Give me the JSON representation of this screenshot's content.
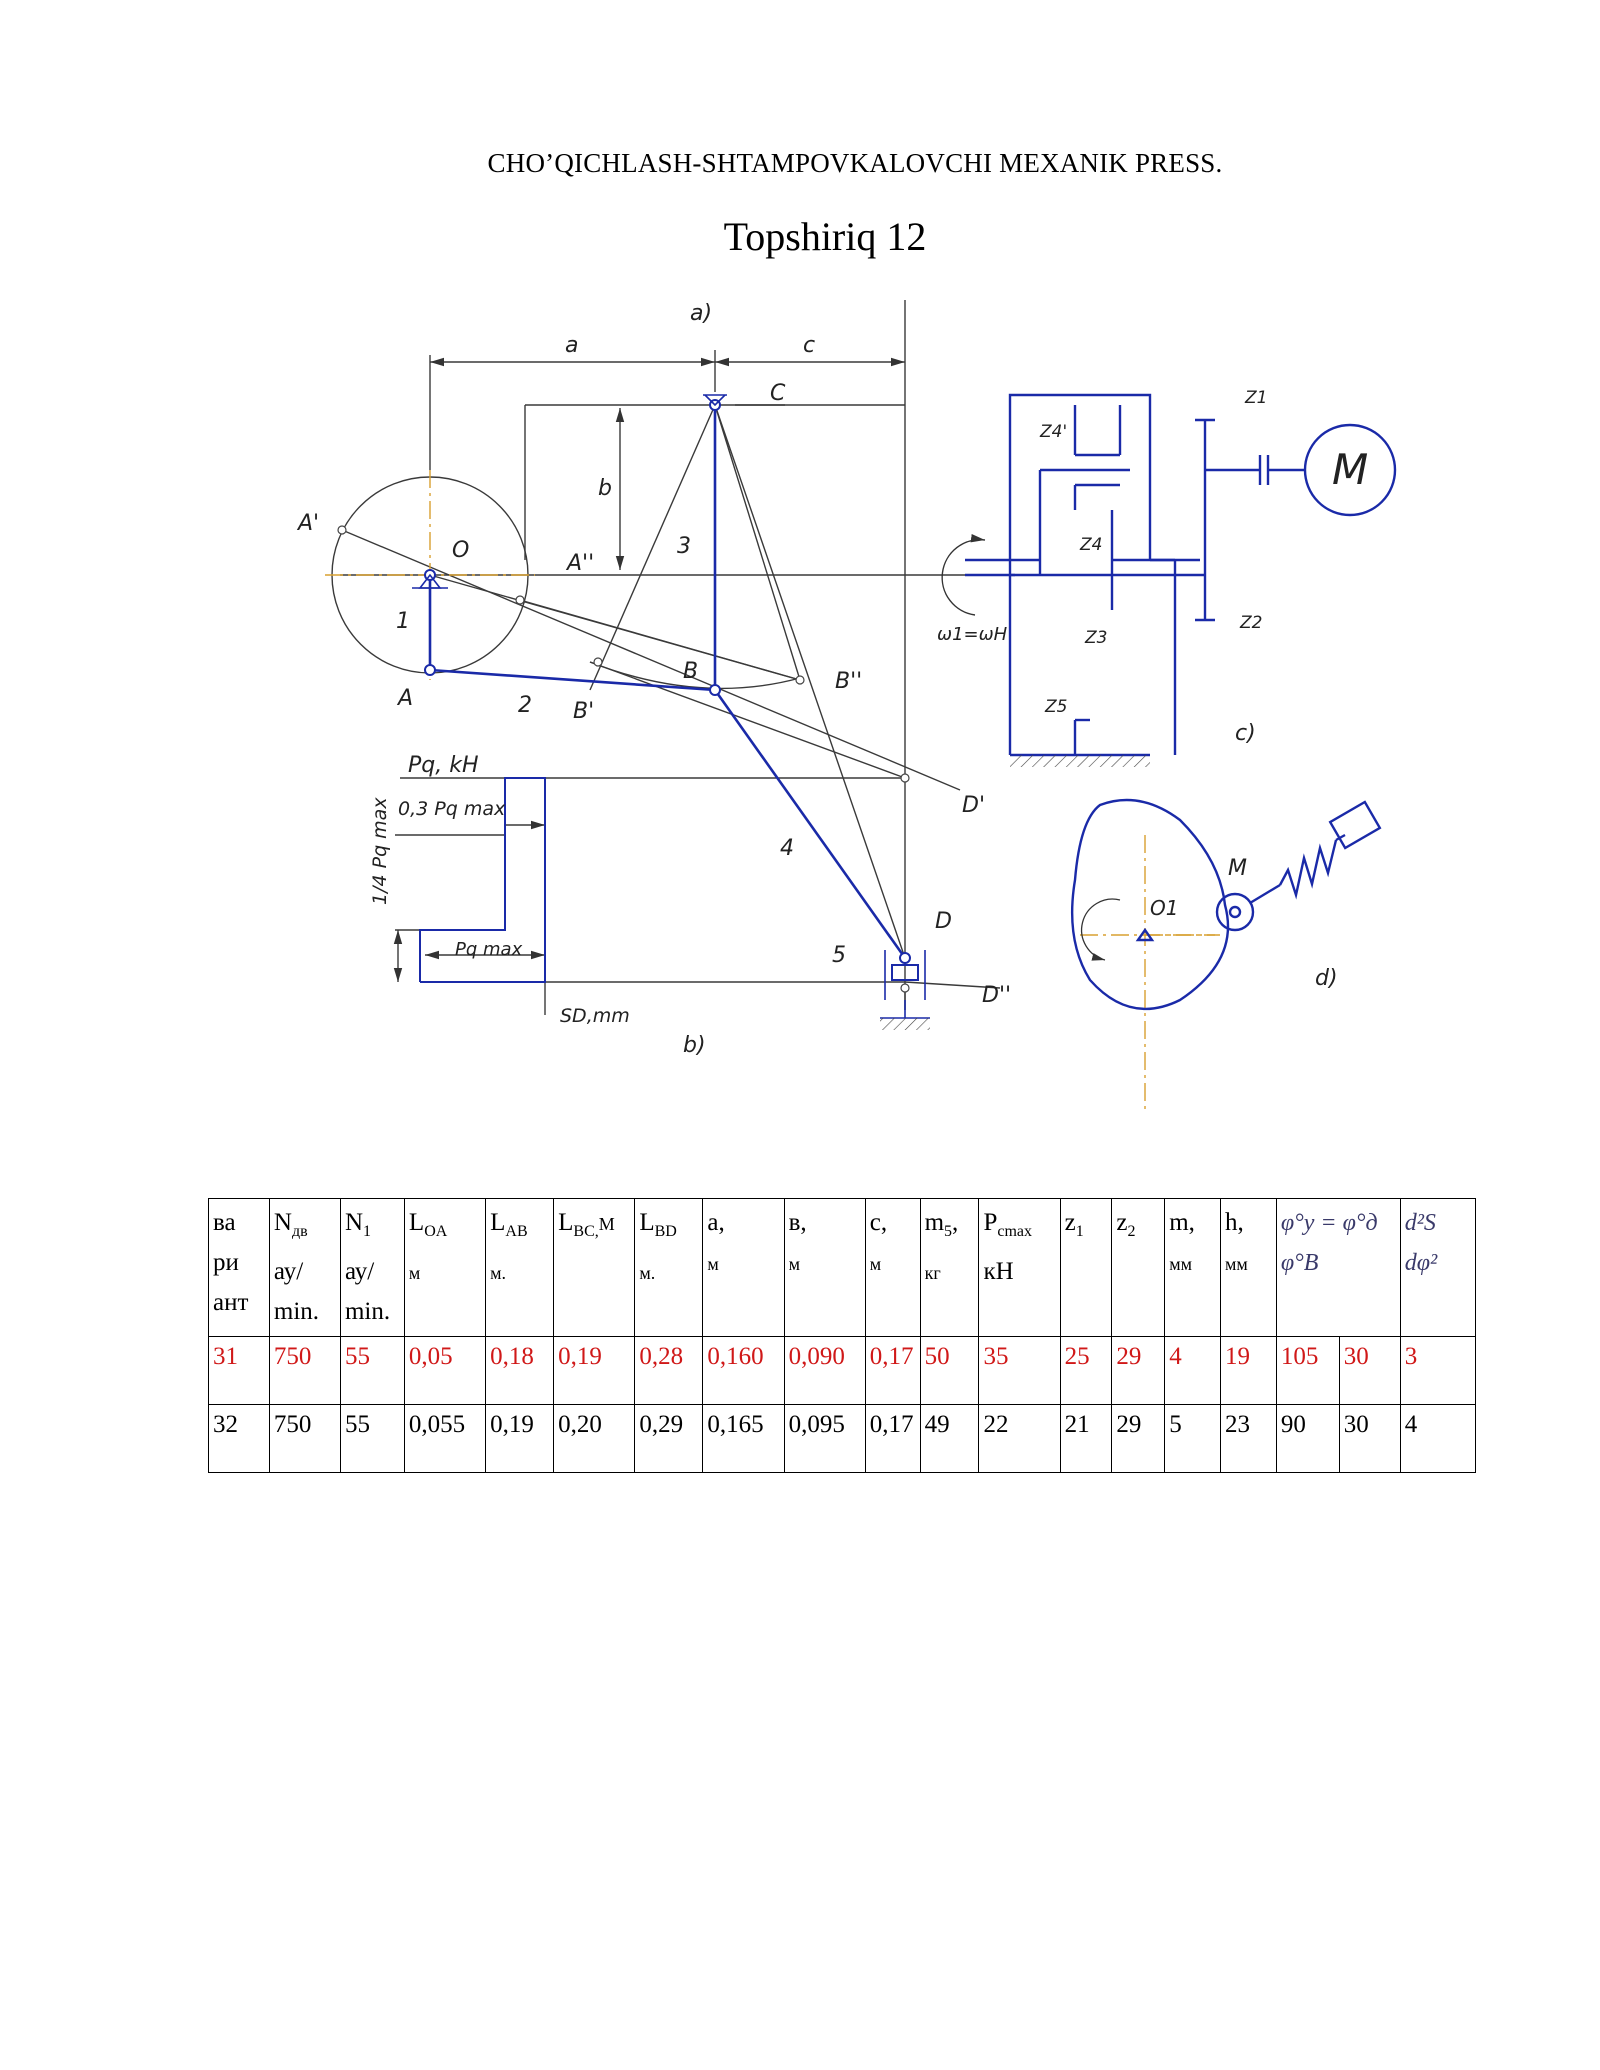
{
  "title": "CHO’QICHLASH-SHTAMPOVKALOVCHI MEXANIK PRESS.",
  "subtitle": "Topshiriq 12",
  "figure": {
    "labels": {
      "fig_a": "a)",
      "fig_b": "b)",
      "fig_c": "c)",
      "fig_d": "d)",
      "dim_a": "a",
      "dim_c": "c",
      "dim_b": "b",
      "pt_C": "C",
      "pt_O": "O",
      "pt_A": "A",
      "pt_A1": "A'",
      "pt_A2": "A''",
      "pt_B": "B",
      "pt_B1": "B'",
      "pt_B2": "B''",
      "pt_D": "D",
      "pt_D1": "D'",
      "pt_D2": "D''",
      "link1": "1",
      "link2": "2",
      "link3": "3",
      "link4": "4",
      "link5": "5",
      "pq_kh": "Pq, kH",
      "pq_03": "0,3 Pq max",
      "pq_14": "1/4 Pq max",
      "pq_max": "Pq max",
      "s_mm": "SD,mm",
      "z1": "Z1",
      "z2": "Z2",
      "z3": "Z3",
      "z4": "Z4",
      "z4p": "Z4'",
      "z5": "Z5",
      "motor": "M",
      "omega": "ω1=ωH",
      "cam_center": "O1",
      "follower": "M"
    },
    "colors": {
      "mechanism": "#1a2aa8",
      "construction": "#3a3a3a",
      "centerline": "#d8a030"
    }
  },
  "table": {
    "headers": {
      "variant": [
        "ва",
        "ри",
        "ант"
      ],
      "ndv": "N",
      "ndv_sub": "дв",
      "ndv_unit": [
        "ау/",
        "min."
      ],
      "n1": "N",
      "n1_sub": "1",
      "n1_unit": [
        "ау/",
        "min."
      ],
      "loa": "L",
      "loa_sub": "OA",
      "loa_unit": "м",
      "lab": "L",
      "lab_sub": "AB",
      "lab_unit": "м.",
      "lbc": "L",
      "lbc_sub": "BC,",
      "lbc_unit": "М",
      "lbd": "L",
      "lbd_sub": "BD",
      "lbd_unit": "м.",
      "a": "a,",
      "a_unit": "м",
      "v": "в,",
      "v_unit": "м",
      "c": "c,",
      "c_unit": "м",
      "m5": "m",
      "m5_sub": "5",
      "m5_unit": [
        "кг"
      ],
      "pc": "P",
      "pc_sub": "cmax",
      "pc_unit": "кН",
      "z1": "z",
      "z1_sub": "1",
      "z2": "z",
      "z2_sub": "2",
      "m": "m,",
      "m_unit": "мм",
      "h": "h,",
      "h_unit": "мм",
      "phi": "φ°y = φ°д",
      "phi_b": "φ°B",
      "d2s": "d²S",
      "dphi2": "dφ²"
    },
    "rows": [
      [
        "31",
        "750",
        "55",
        "0,05",
        "0,18",
        "0,19",
        "0,28",
        "0,160",
        "0,090",
        "0,17",
        "50",
        "35",
        "25",
        "29",
        "4",
        "19",
        "105",
        "30",
        "3"
      ],
      [
        "32",
        "750",
        "55",
        "0,055",
        "0,19",
        "0,20",
        "0,29",
        "0,165",
        "0,095",
        "0,17",
        "49",
        "22",
        "21",
        "29",
        "5",
        "23",
        "90",
        "30",
        "4"
      ]
    ]
  }
}
